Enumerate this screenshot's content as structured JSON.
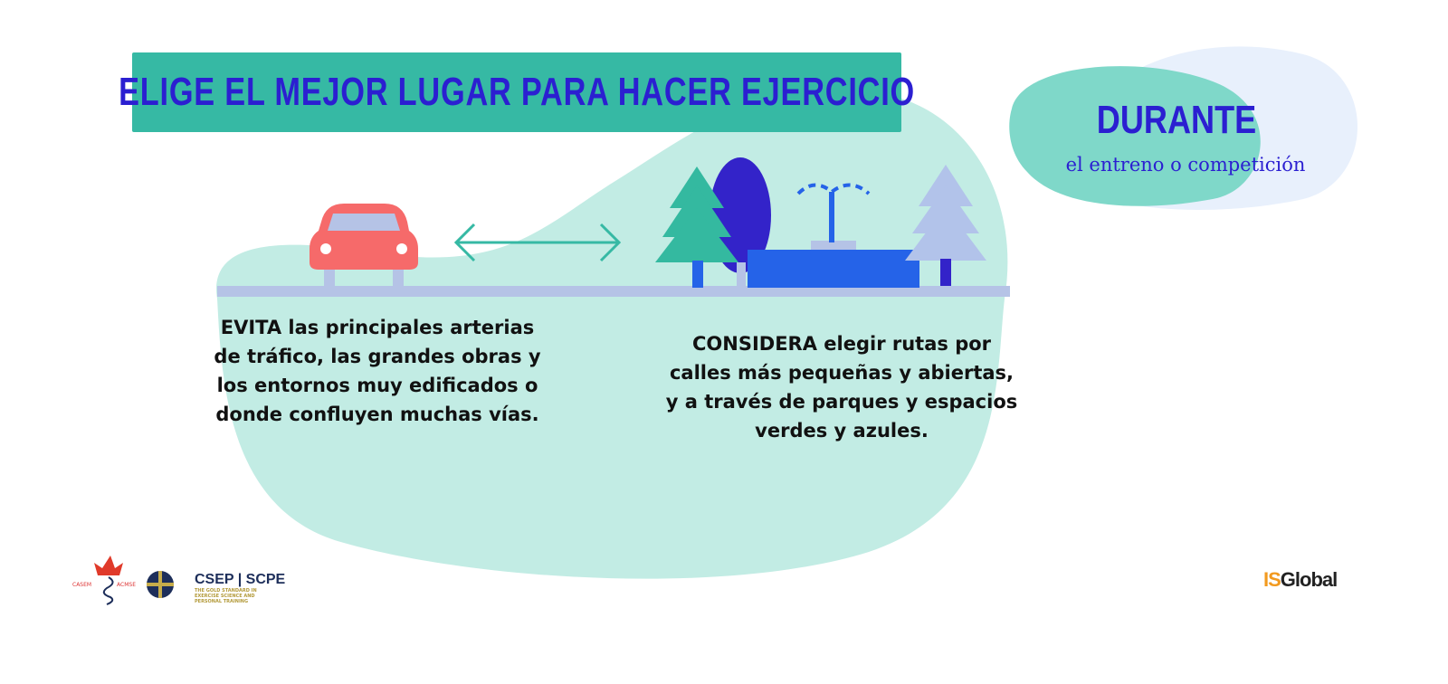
{
  "title": "ELIGE EL MEJOR LUGAR PARA HACER EJERCICIO",
  "badge": {
    "heading": "DURANTE",
    "subtitle": "el entreno o competición"
  },
  "left": {
    "lead": "EVITA",
    "text": " las principales arterias de tráfico, las grandes obras y los entornos muy edificados o donde confluyen muchas vías."
  },
  "right": {
    "lead": "CONSIDERA",
    "text": " elegir rutas por calles más pequeñas y abiertas, y a través de parques y espacios verdes y azules."
  },
  "logos": {
    "casem_left": "CASEM",
    "casem_right": "ACMSE",
    "csep": "CSEP | SCPE",
    "csep_tagline": "THE GOLD STANDARD IN EXERCISE SCIENCE AND PERSONAL TRAINING",
    "isglobal_is": "IS",
    "isglobal_rest": "Global"
  },
  "colors": {
    "teal": "#36b9a4",
    "blue_text": "#2b1fd1",
    "mint": "#c2ece4",
    "car": "#f66a6a",
    "road": "#b5c3e6"
  }
}
